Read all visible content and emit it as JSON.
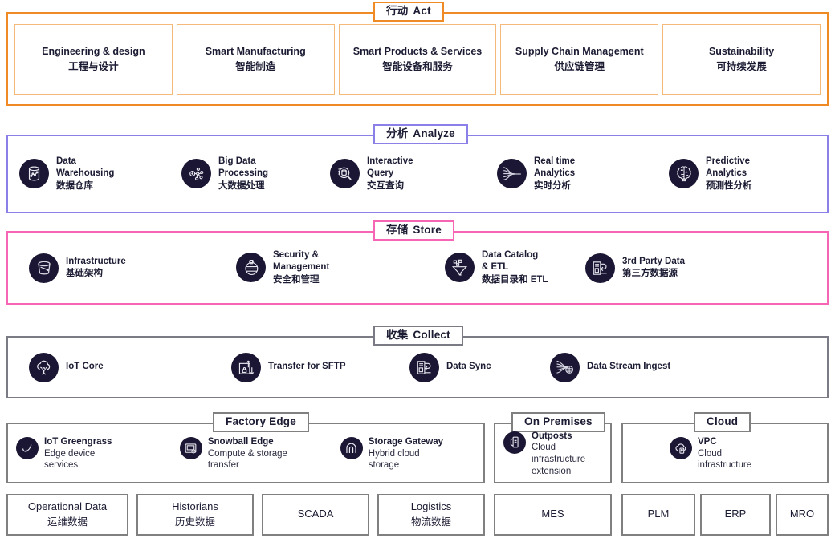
{
  "diagram": {
    "title": "Industrial Data Platform Layers",
    "colors": {
      "act": "#f08a24",
      "analyze": "#8b7fe8",
      "store": "#f766b4",
      "collect": "#7b7b85",
      "zone": "#808080",
      "icon_bg": "#1b1633",
      "text": "#1b1b33"
    }
  },
  "act": {
    "label_cn": "行动",
    "label_en": "Act",
    "cards": [
      {
        "en": "Engineering & design",
        "cn": "工程与设计"
      },
      {
        "en": "Smart Manufacturing",
        "cn": "智能制造"
      },
      {
        "en": "Smart Products & Services",
        "cn": "智能设备和服务"
      },
      {
        "en": "Supply Chain Management",
        "cn": "供应链管理"
      },
      {
        "en": "Sustainability",
        "cn": "可持续发展"
      }
    ]
  },
  "analyze": {
    "label_cn": "分析",
    "label_en": "Analyze",
    "services": [
      {
        "en": "Data\nWarehousing",
        "en_l1": "Data",
        "en_l2": "Warehousing",
        "cn": "数据仓库",
        "icon": "data-warehouse-icon"
      },
      {
        "en_l1": "Big Data",
        "en_l2": "Processing",
        "cn": "大数据处理",
        "icon": "big-data-processing-icon"
      },
      {
        "en_l1": "Interactive",
        "en_l2": "Query",
        "cn": "交互查询",
        "icon": "interactive-query-icon"
      },
      {
        "en_l1": "Real time",
        "en_l2": "Analytics",
        "cn": "实时分析",
        "icon": "real-time-analytics-icon"
      },
      {
        "en_l1": "Predictive",
        "en_l2": "Analytics",
        "cn": "预测性分析",
        "icon": "predictive-analytics-icon"
      }
    ]
  },
  "store": {
    "label_cn": "存储",
    "label_en": "Store",
    "services": [
      {
        "en_l1": "Infrastructure",
        "en_l2": "",
        "cn": "基础架构",
        "icon": "bucket-icon"
      },
      {
        "en_l1": "Security &",
        "en_l2": "Management",
        "cn": "安全和管理",
        "icon": "security-management-icon"
      },
      {
        "en_l1": "Data Catalog",
        "en_l2": "& ETL",
        "cn": "数据目录和 ETL",
        "icon": "data-catalog-etl-icon"
      },
      {
        "en_l1": "3rd Party Data",
        "en_l2": "",
        "cn": "第三方数据源",
        "icon": "third-party-data-icon"
      }
    ]
  },
  "collect": {
    "label_cn": "收集",
    "label_en": "Collect",
    "services": [
      {
        "en_l1": "IoT Core",
        "cn": "",
        "icon": "iot-core-icon"
      },
      {
        "en_l1": "Transfer for SFTP",
        "cn": "",
        "icon": "transfer-sftp-icon"
      },
      {
        "en_l1": "Data Sync",
        "cn": "",
        "icon": "data-sync-icon"
      },
      {
        "en_l1": "Data Stream Ingest",
        "cn": "",
        "icon": "data-stream-ingest-icon"
      }
    ]
  },
  "zones": [
    {
      "key": "factory-edge",
      "label": "Factory Edge",
      "items": [
        {
          "title": "IoT Greengrass",
          "desc": "Edge device\nservices",
          "d1": "Edge device",
          "d2": "services",
          "icon": "iot-greengrass-icon"
        },
        {
          "title": "Snowball Edge",
          "d1": "Compute & storage",
          "d2": "transfer",
          "icon": "snowball-edge-icon"
        },
        {
          "title": "Storage Gateway",
          "d1": "Hybrid cloud",
          "d2": "storage",
          "icon": "storage-gateway-icon"
        }
      ]
    },
    {
      "key": "on-premises",
      "label": "On Premises",
      "items": [
        {
          "title": "Outposts",
          "d1": "Cloud",
          "d2": "infrastructure",
          "d3": "extension",
          "icon": "outposts-icon"
        }
      ]
    },
    {
      "key": "cloud",
      "label": "Cloud",
      "items": [
        {
          "title": "VPC",
          "d1": "Cloud",
          "d2": "infrastructure",
          "icon": "vpc-icon"
        }
      ]
    }
  ],
  "sources": [
    {
      "en": "Operational Data",
      "cn": "运维数据"
    },
    {
      "en": "Historians",
      "cn": "历史数据"
    },
    {
      "en": "SCADA",
      "cn": ""
    },
    {
      "en": "Logistics",
      "cn": "物流数据"
    },
    {
      "en": "MES",
      "cn": ""
    },
    {
      "en": "PLM",
      "cn": ""
    },
    {
      "en": "ERP",
      "cn": ""
    },
    {
      "en": "MRO",
      "cn": ""
    }
  ]
}
